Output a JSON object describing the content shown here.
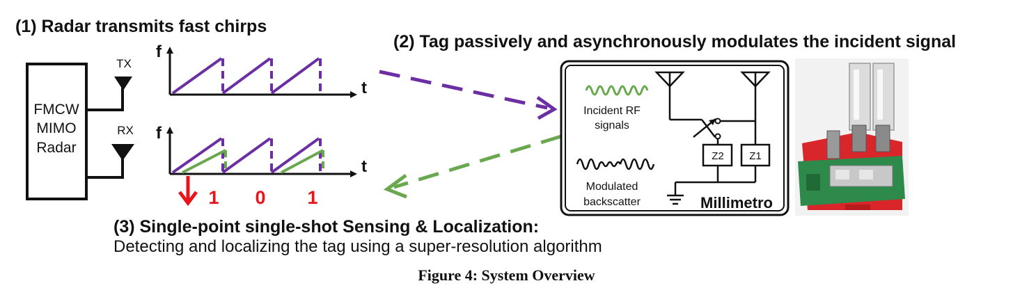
{
  "headings": {
    "step1": "(1) Radar transmits fast chirps",
    "step2": "(2) Tag passively and asynchronously modulates the incident signal",
    "step3": "(3) Single-point single-shot Sensing & Localization:",
    "step3_detail": "Detecting and localizing the tag using a super-resolution algorithm"
  },
  "radar": {
    "lines": [
      "FMCW",
      "MIMO",
      "Radar"
    ],
    "tx_label": "TX",
    "rx_label": "RX"
  },
  "plots": {
    "f_label": "f",
    "t_label": "t"
  },
  "bits": [
    "1",
    "0",
    "1"
  ],
  "tag": {
    "incident_label_1": "Incident RF",
    "incident_label_2": "signals",
    "backscatter_label_1": "Modulated",
    "backscatter_label_2": "backscatter",
    "z1": "Z1",
    "z2": "Z2",
    "name": "Millimetro"
  },
  "caption": "Figure 4: System Overview",
  "colors": {
    "purple": "#6b2fa3",
    "green": "#6aa84f",
    "red": "#e8141c",
    "black": "#111111",
    "pcb_red": "#d9262b",
    "pcb_green": "#2d8a4a"
  }
}
